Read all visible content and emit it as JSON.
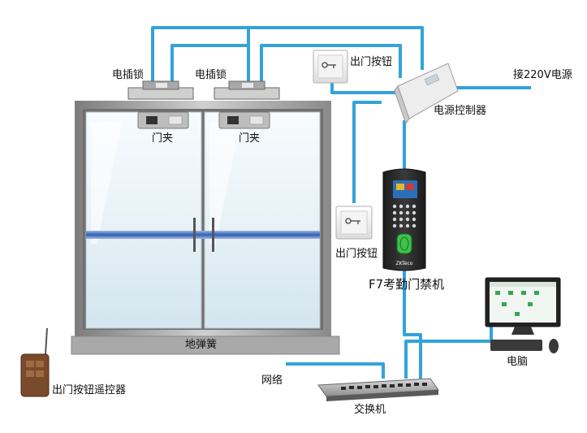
{
  "colors": {
    "wire": "#33a3d9",
    "frame": "#9a9a9a",
    "glass_top": "#f2f8fb",
    "glass_bottom": "#d6e7ef",
    "blue_band": "#2f5fb4",
    "floor_spring": "#a9a9a9",
    "device_dark": "#2a2a2a",
    "fingerprint_green": "#3fc14a"
  },
  "labels": {
    "electric_lock_left": "电插锁",
    "electric_lock_right": "电插锁",
    "door_clamp_left": "门夹",
    "door_clamp_right": "门夹",
    "exit_button_top": "出门按钮",
    "exit_button_mid": "出门按钮",
    "power_input": "接220V电源",
    "power_controller": "电源控制器",
    "access_terminal": "F7考勤门禁机",
    "floor_spring": "地弹簧",
    "computer": "电脑",
    "network": "网络",
    "switch": "交换机",
    "remote": "出门按钮遥控器"
  },
  "device_text": {
    "terminal_brand": "ZKTeco"
  },
  "icons": {
    "exit_button": "key-icon",
    "remote": "remote-control-icon",
    "computer": "monitor-icon",
    "switch": "network-switch-icon"
  }
}
